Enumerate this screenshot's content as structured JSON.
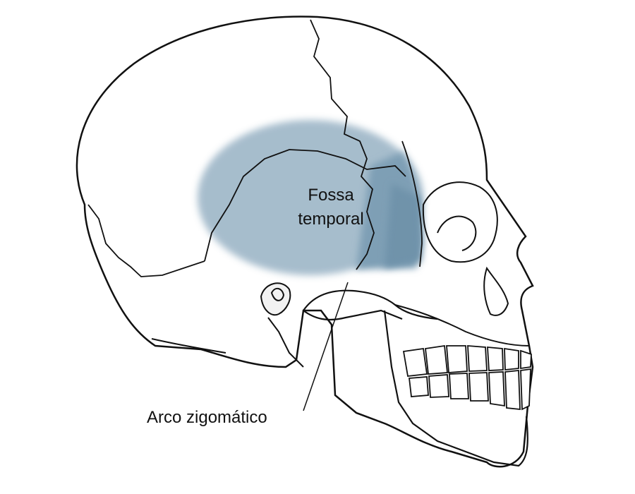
{
  "labels": {
    "fossa_line1": "Fossa",
    "fossa_line2": "temporal",
    "arco": "Arco zigomático"
  },
  "colors": {
    "fossa_fill": "#9db6c7",
    "fossa_shadow": "#6f93aa",
    "outline": "#111111",
    "background": "#ffffff"
  }
}
